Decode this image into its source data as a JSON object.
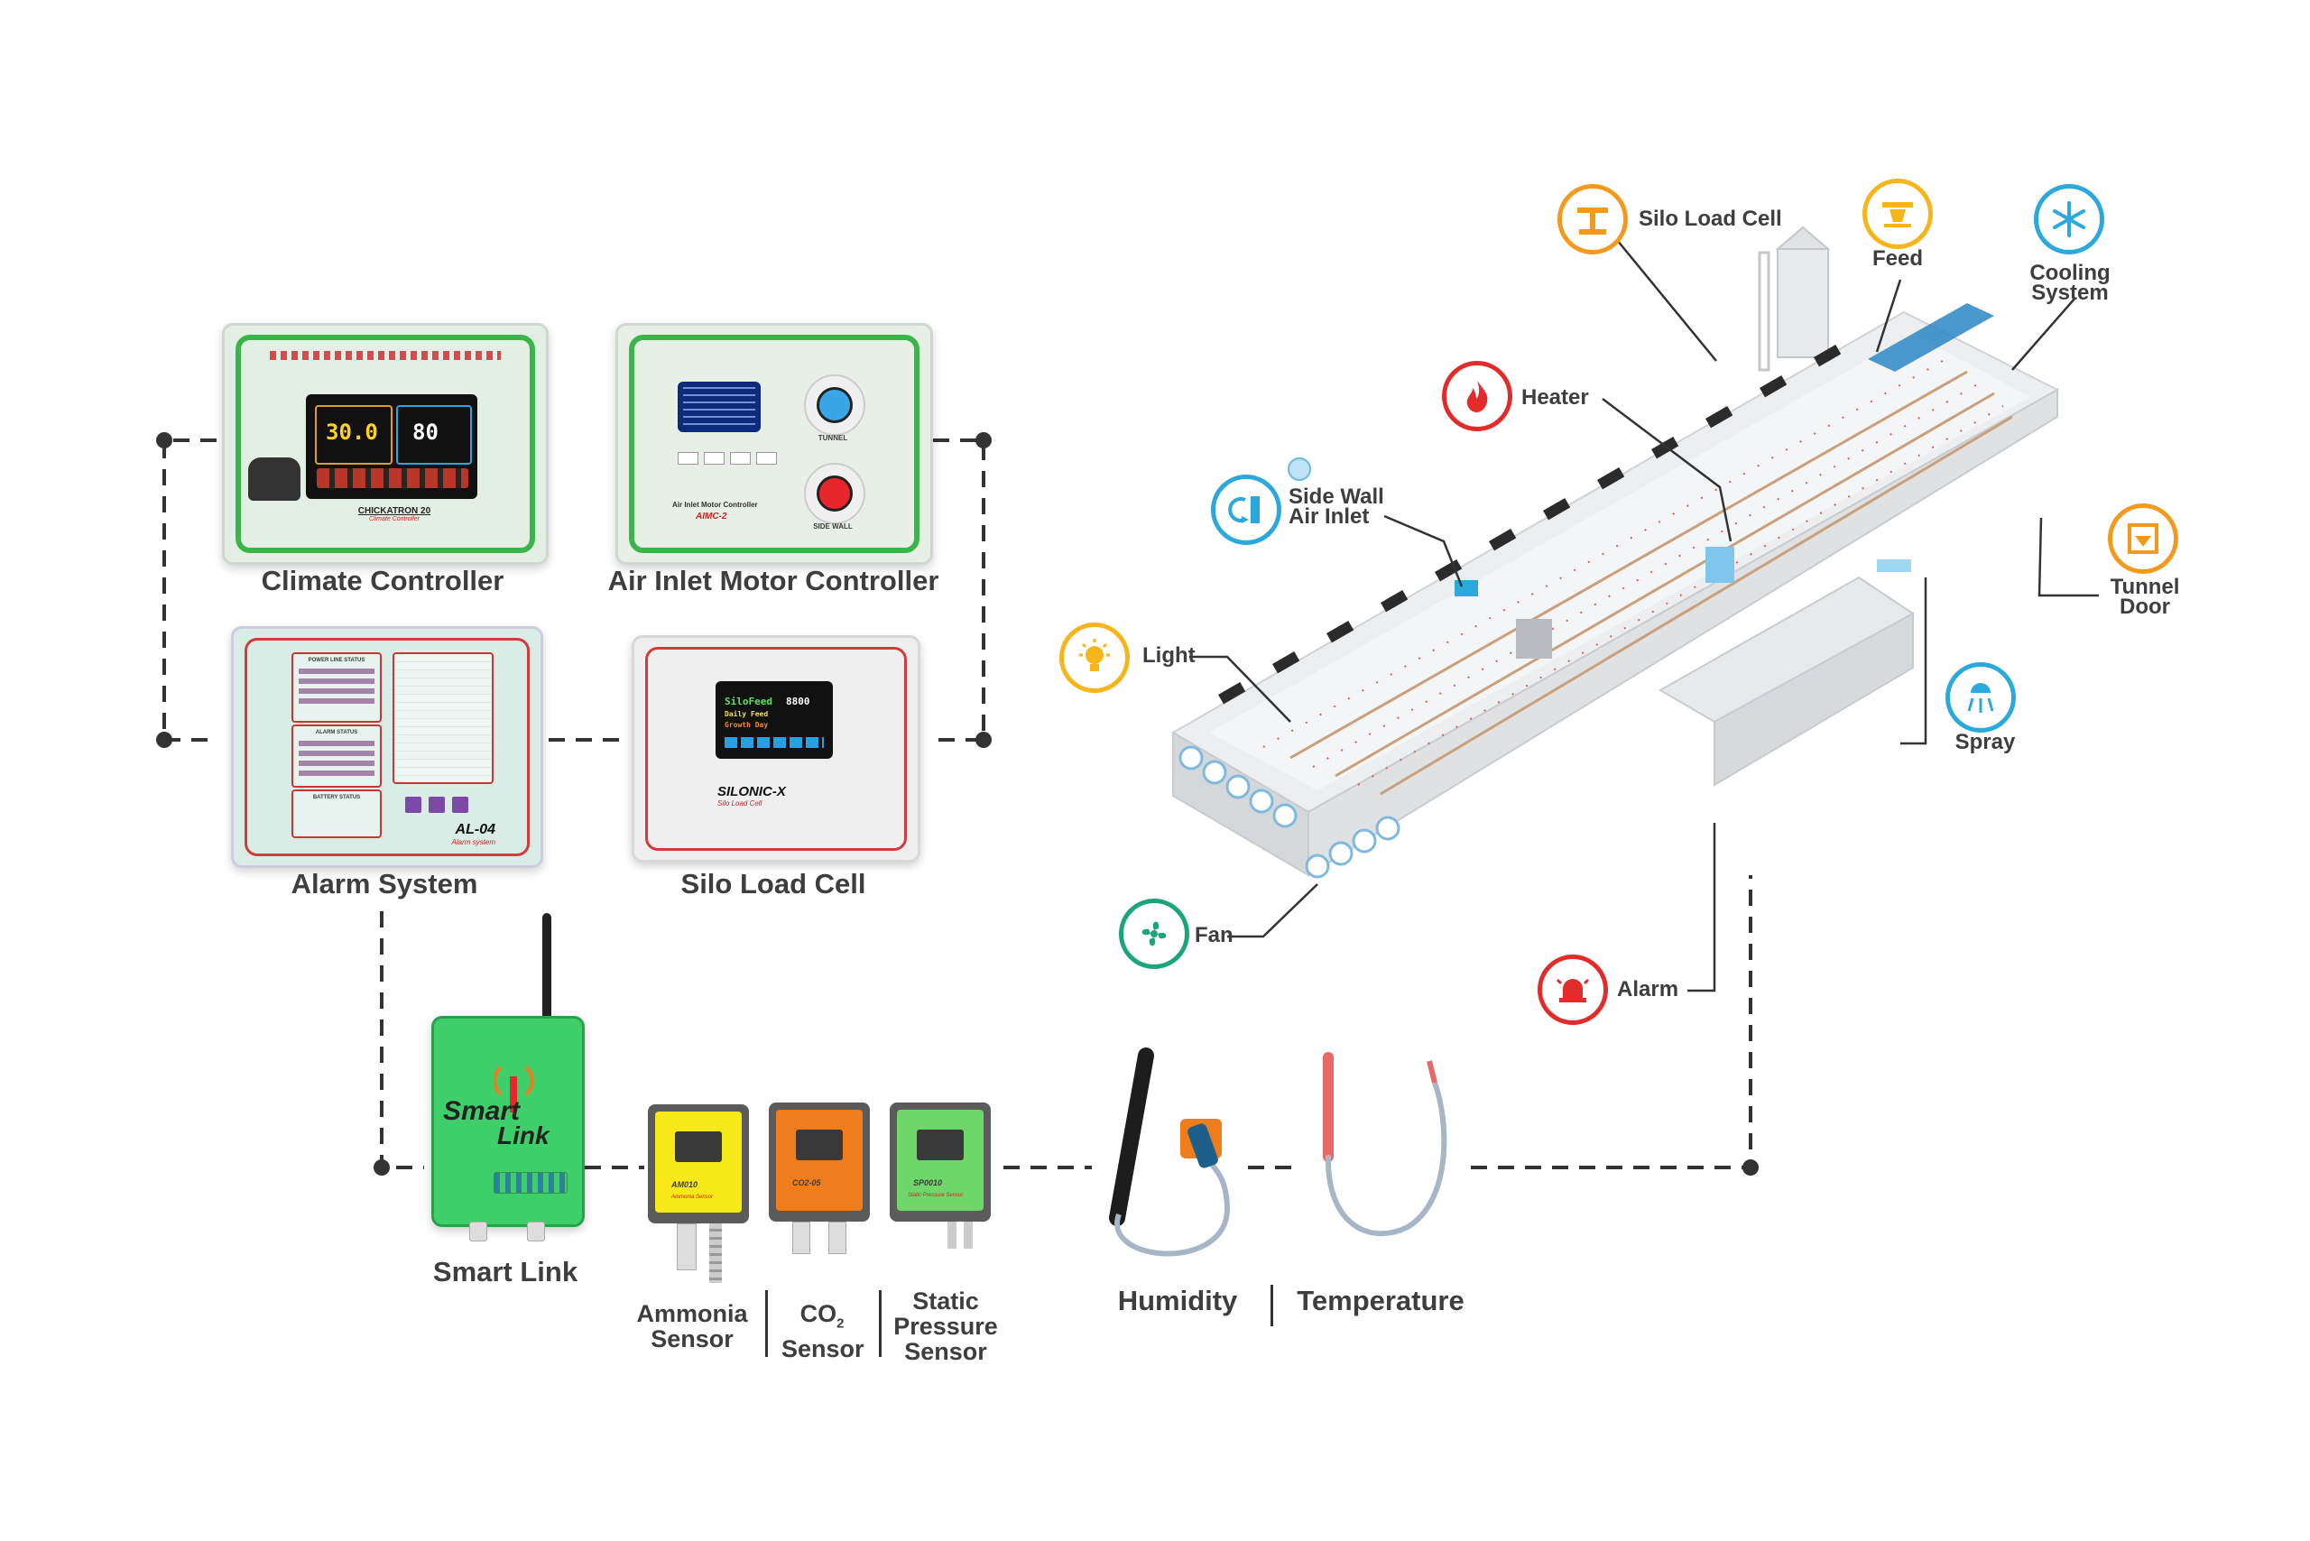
{
  "devices": {
    "climate_controller": {
      "label": "Climate Controller",
      "brand": "CHICKATRON 20",
      "model": "Climate Controller",
      "temp": "30.0",
      "humidity": "80"
    },
    "air_inlet_motor_controller": {
      "label": "Air Inlet Motor Controller",
      "model": "AIMC-2",
      "panel_title": "Air Inlet Motor Controller",
      "knob1": "TUNNEL",
      "knob2": "SIDE WALL"
    },
    "alarm_system": {
      "label": "Alarm System",
      "model": "AL-04",
      "sub": "Alarm system",
      "power_title": "POWER LINE STATUS",
      "alarm_title": "ALARM STATUS",
      "battery_title": "BATTERY STATUS"
    },
    "silo_load_cell": {
      "label": "Silo Load Cell",
      "brand": "SILONIC-X",
      "sub": "Silo Load Cell",
      "screen_title": "SiloFeed",
      "screen_value": "8800",
      "screen_line2": "Daily Feed",
      "screen_line3": "Growth Day"
    },
    "smart_link": {
      "label": "Smart Link",
      "logo_line1": "Smart",
      "logo_line2": "Link"
    },
    "ammonia_sensor": {
      "label_line1": "Ammonia",
      "label_line2": "Sensor",
      "model": "AM010",
      "sub": "Ammonia Sensor"
    },
    "co2_sensor": {
      "label_line1": "CO",
      "label_sub": "2",
      "label_line2": "Sensor",
      "model": "CO2-05"
    },
    "static_pressure_sensor": {
      "label_line1": "Static",
      "label_line2": "Pressure",
      "label_line3": "Sensor",
      "model": "SP0010",
      "sub": "Static Pressure Sensor"
    },
    "humidity": {
      "label": "Humidity"
    },
    "temperature": {
      "label": "Temperature"
    }
  },
  "barn_callouts": {
    "silo_load_cell": {
      "label": "Silo Load Cell",
      "color": "#f39a1e",
      "icon": "scale-icon"
    },
    "feed": {
      "label": "Feed",
      "color": "#f5b51b",
      "icon": "feeder-icon"
    },
    "cooling_system": {
      "label_line1": "Cooling",
      "label_line2": "System",
      "color": "#2ba8dc",
      "icon": "snowflake-icon"
    },
    "heater": {
      "label": "Heater",
      "color": "#e22b2b",
      "icon": "flame-icon"
    },
    "side_wall_air_inlet": {
      "label_line1": "Side Wall",
      "label_line2": "Air Inlet",
      "color": "#2ba8dc",
      "icon": "inlet-icon"
    },
    "tunnel_door": {
      "label_line1": "Tunnel",
      "label_line2": "Door",
      "color": "#f39a1e",
      "icon": "tunnel-door-icon"
    },
    "light": {
      "label": "Light",
      "color": "#f5b51b",
      "icon": "bulb-icon"
    },
    "spray": {
      "label": "Spray",
      "color": "#2ba8dc",
      "icon": "spray-icon"
    },
    "fan": {
      "label": "Fan",
      "color": "#1aa67a",
      "icon": "fan-icon"
    },
    "alarm": {
      "label": "Alarm",
      "color": "#e22b2b",
      "icon": "alarm-bell-icon"
    }
  },
  "colors": {
    "climate_border": "#3ab54a",
    "aimc_border": "#3ab54a",
    "alarm_border": "#d23b3b",
    "silo_border": "#d23b3b",
    "smartlink_body": "#3fcf6a",
    "ammonia_face": "#f7e81a",
    "co2_face": "#f07d1c",
    "sp_face": "#6fd66a"
  }
}
